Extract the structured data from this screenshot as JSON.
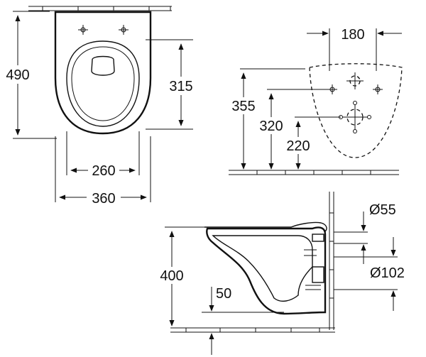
{
  "top_view": {
    "height_total": "490",
    "seat_depth": "315",
    "seat_width": "260",
    "bowl_width": "360"
  },
  "wall_view": {
    "fixing_spacing": "180",
    "height_355": "355",
    "height_320": "320",
    "height_220": "220"
  },
  "side_view": {
    "rim_height": "400",
    "floor_clearance": "50",
    "inlet_diameter": "Ø55",
    "outlet_diameter": "Ø102"
  }
}
